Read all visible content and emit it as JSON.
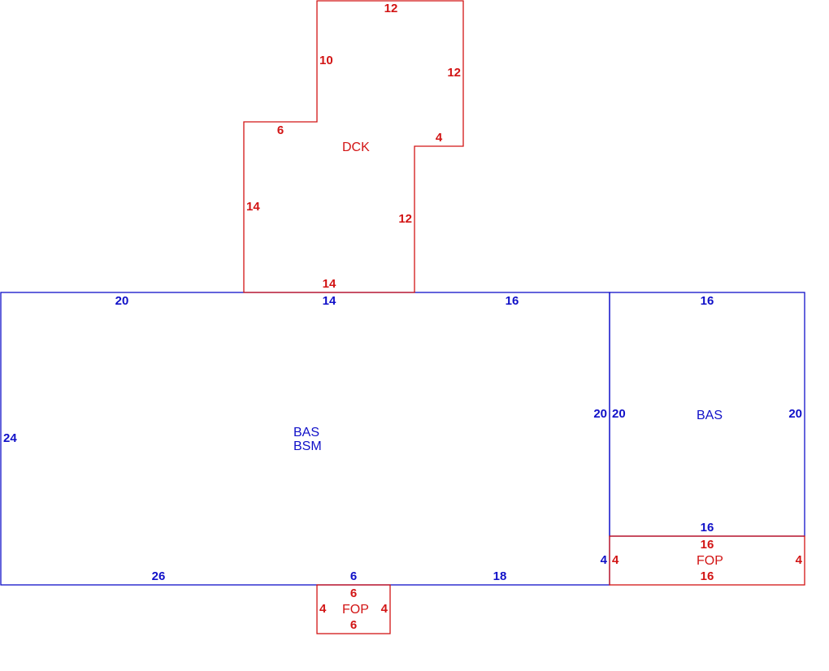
{
  "colors": {
    "living": "#1010c8",
    "exterior": "#d21414",
    "background": "#ffffff"
  },
  "areas": {
    "main_code_1": "BAS",
    "main_code_2": "BSM",
    "addition_code": "BAS",
    "deck_code": "DCK",
    "right_porch_code": "FOP",
    "front_porch_code": "FOP"
  },
  "dimensions": {
    "main_top_left": "20",
    "main_top_mid": "14",
    "main_top_right": "16",
    "main_left": "24",
    "main_right": "20",
    "main_bottom_left": "26",
    "main_bottom_mid": "6",
    "main_bottom_right": "18",
    "main_right_lower": "4",
    "addition_top": "16",
    "addition_left": "20",
    "addition_right": "20",
    "addition_bottom": "16",
    "deck_top": "12",
    "deck_upper_left": "10",
    "deck_right": "12",
    "deck_step_top": "6",
    "deck_step_right": "4",
    "deck_left": "14",
    "deck_inner_right": "12",
    "deck_bottom": "14",
    "right_porch_top": "16",
    "right_porch_left": "4",
    "right_porch_right": "4",
    "right_porch_bottom": "16",
    "front_porch_top": "6",
    "front_porch_left": "4",
    "front_porch_right": "4",
    "front_porch_bottom": "6"
  }
}
